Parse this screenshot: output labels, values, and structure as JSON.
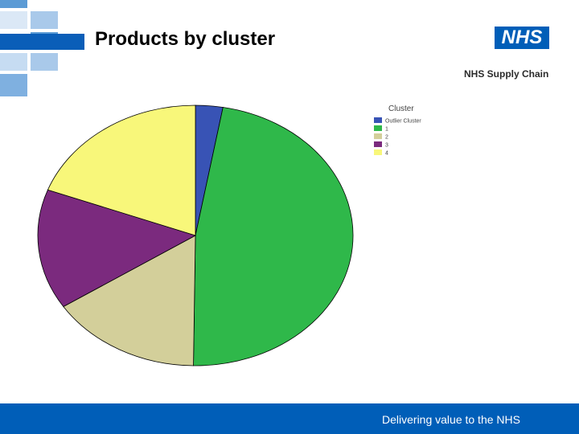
{
  "header": {
    "title": "Products by cluster",
    "logo_text": "NHS",
    "logo_subtitle": "NHS Supply Chain"
  },
  "footer": {
    "tagline": "Delivering value to the NHS"
  },
  "colors": {
    "brand_blue": "#005eb8",
    "outlier": "#3853b5",
    "cluster1": "#2fb84a",
    "cluster2": "#d3cf9a",
    "cluster3": "#7b2a7e",
    "cluster4": "#f8f77a"
  },
  "chart_data": {
    "type": "pie",
    "title": "",
    "legend_title": "Cluster",
    "legend_position": "top-right",
    "categories": [
      "Outlier Cluster",
      "1",
      "2",
      "3",
      "4"
    ],
    "values": [
      2.8,
      47.4,
      15.6,
      14.9,
      19.3
    ],
    "colors": [
      "#3853b5",
      "#2fb84a",
      "#d3cf9a",
      "#7b2a7e",
      "#f8f77a"
    ]
  }
}
